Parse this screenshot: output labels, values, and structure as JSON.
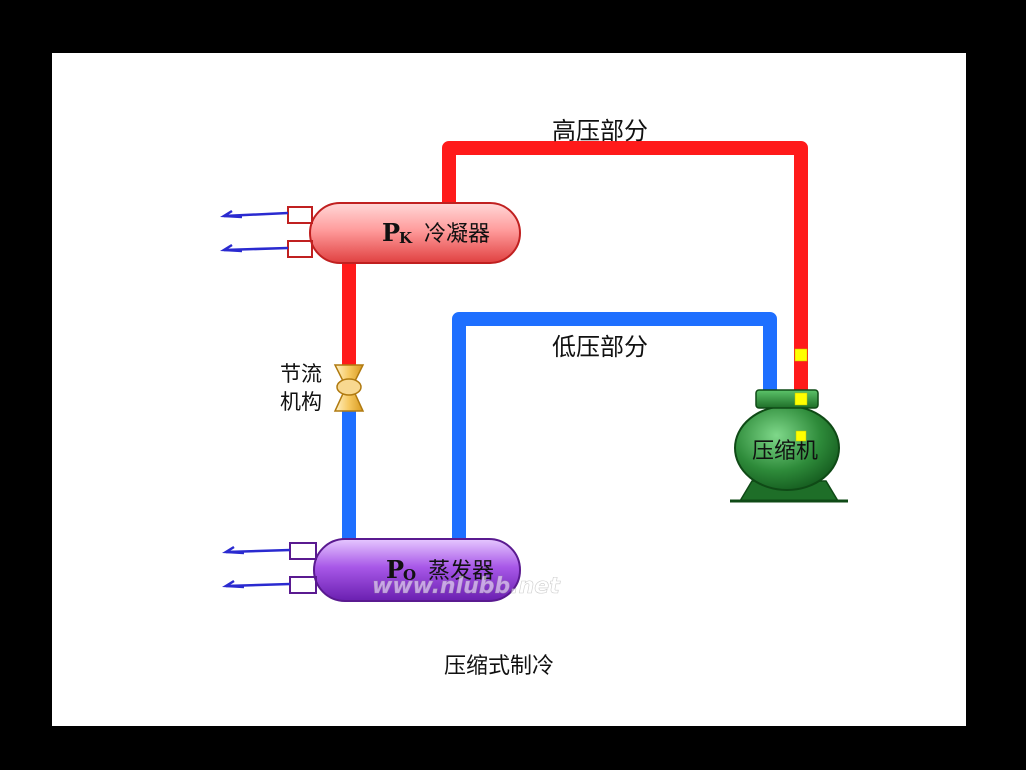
{
  "labels": {
    "high_pressure": "高压部分",
    "low_pressure": "低压部分",
    "throttle_line1": "节流",
    "throttle_line2": "机构",
    "compressor": "压缩机",
    "condenser_symbol": "P",
    "condenser_subscript": "K",
    "condenser_name": "冷凝器",
    "evaporator_symbol": "P",
    "evaporator_subscript": "O",
    "evaporator_name": "蒸发器",
    "caption": "压缩式制冷",
    "watermark": "www.nlubb.net"
  },
  "colors": {
    "high_pressure_pipe": "#ff1a1a",
    "low_pressure_pipe": "#1e6fff",
    "condenser": "#ff8c8c",
    "evaporator": "#a04de8",
    "compressor": "#2e8b3a",
    "throttle_valve": "#f0c060",
    "marker": "#ffff00",
    "water_lines": "#2a2ad0"
  }
}
